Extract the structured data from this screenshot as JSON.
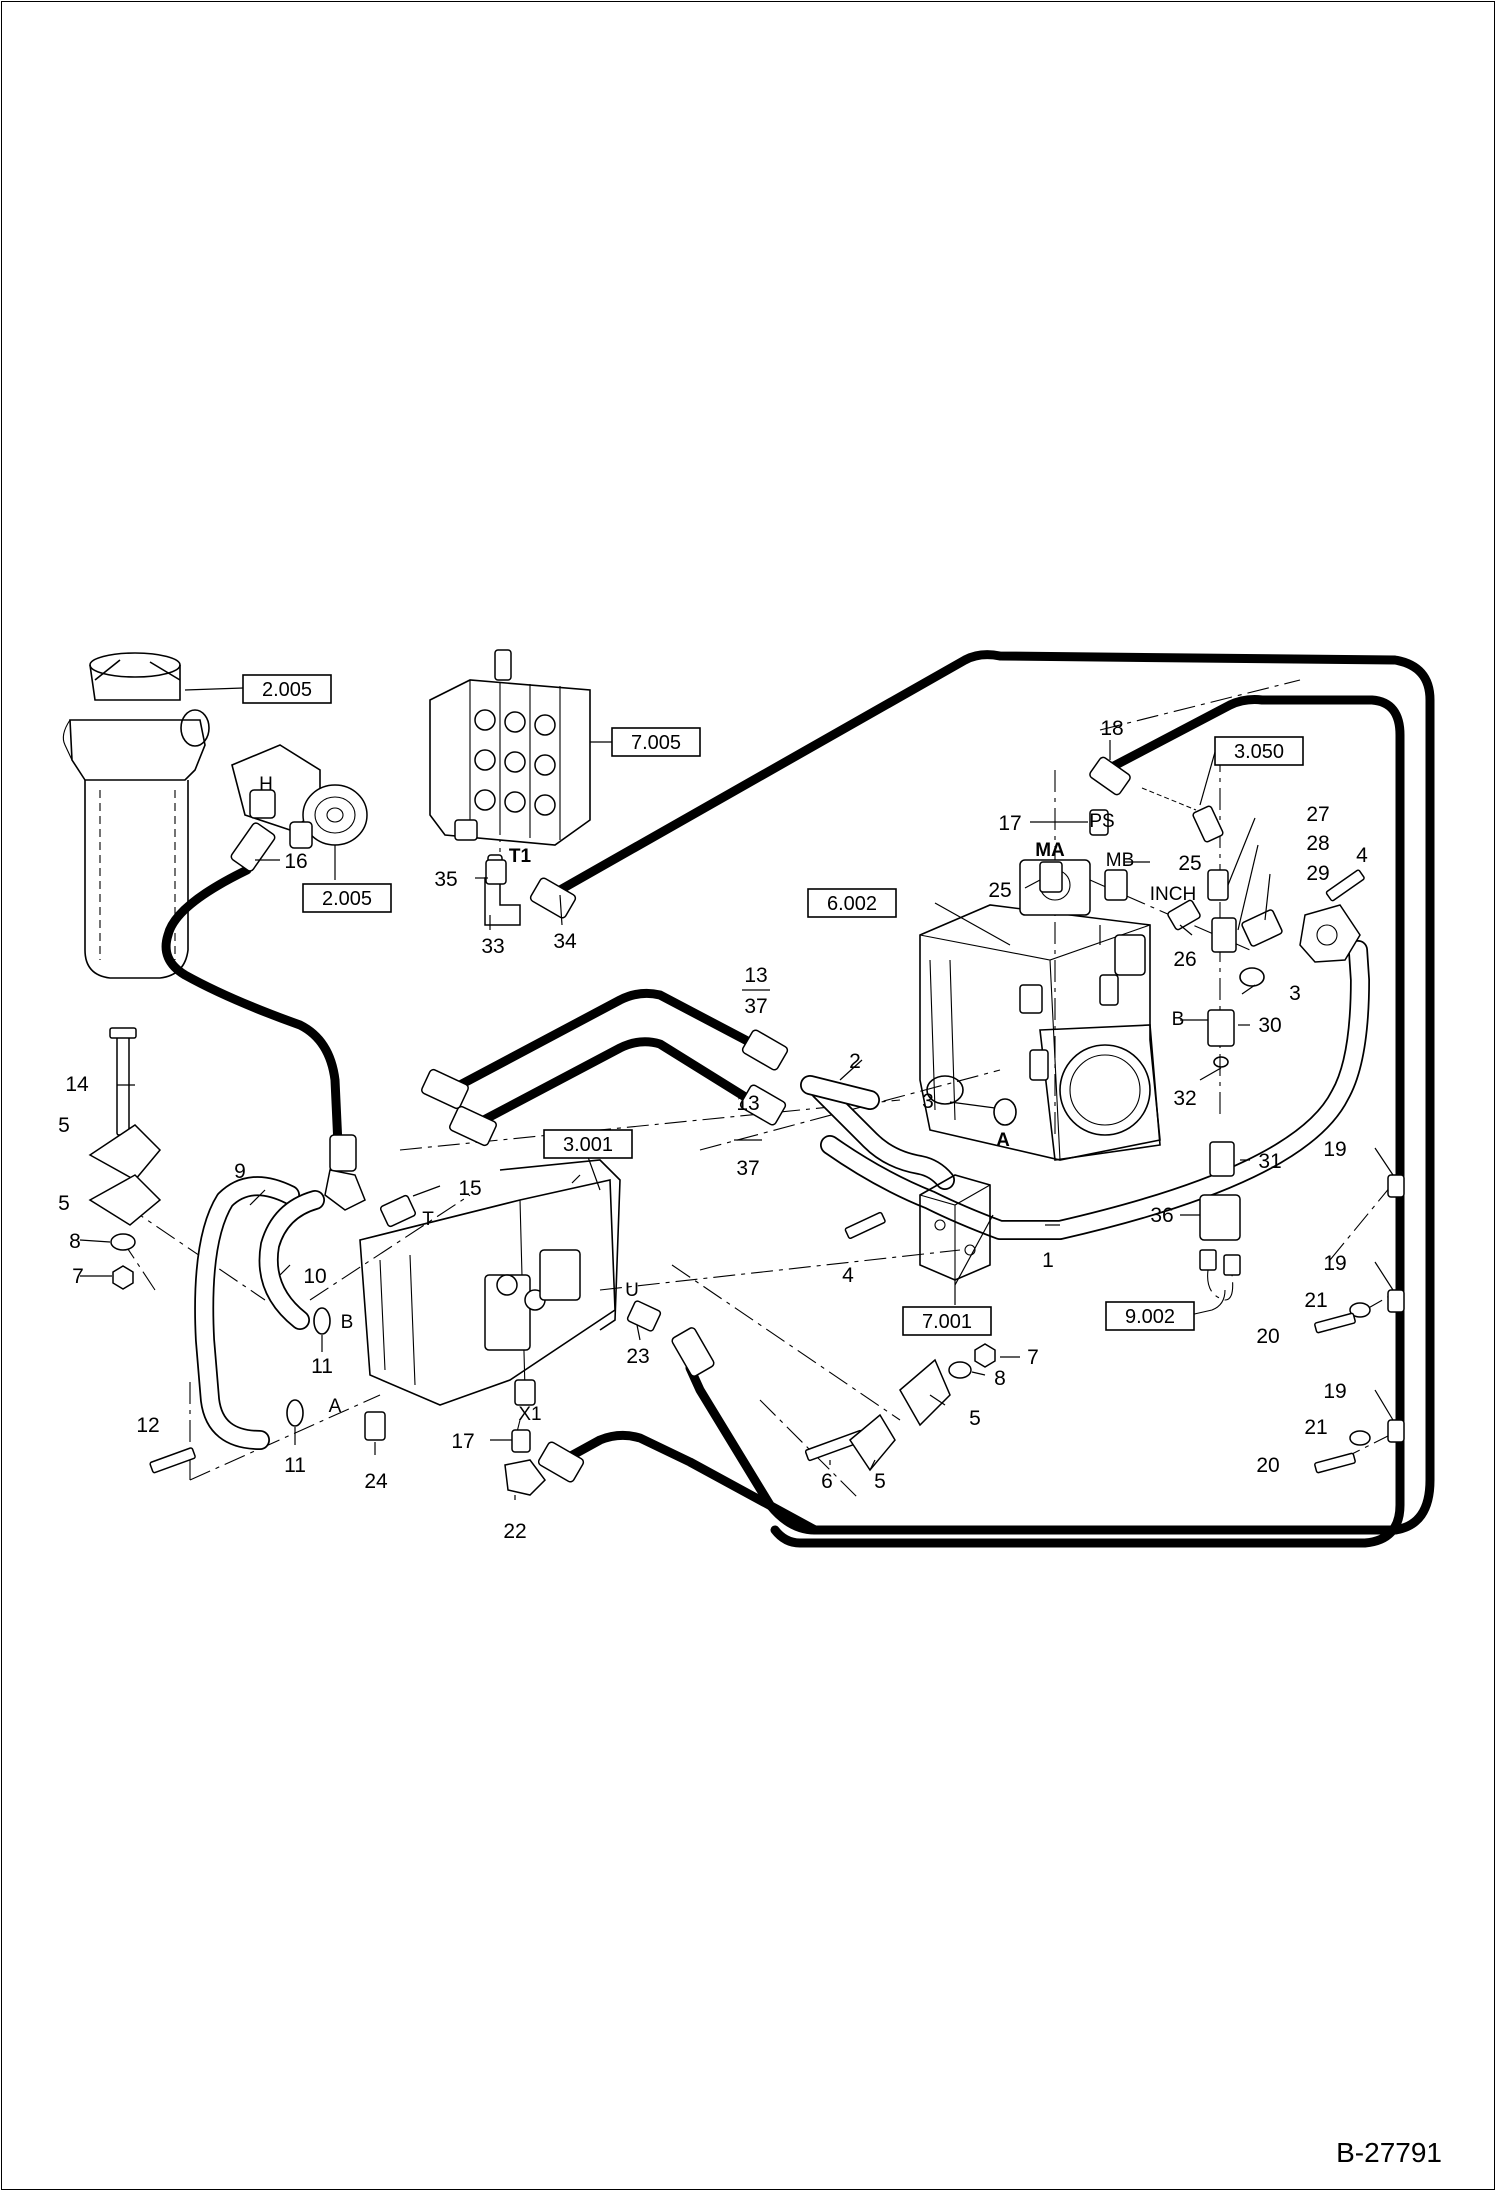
{
  "doc_id": "B-27791",
  "ref_boxes": {
    "filter_top": "2.005",
    "filter_valve": "2.005",
    "control_valve": "7.005",
    "sensor": "3.050",
    "pump": "6.002",
    "motor": "3.001",
    "block": "7.001",
    "harness": "9.002"
  },
  "callouts": {
    "c1": "1",
    "c2": "2",
    "c3a": "3",
    "c3b": "3",
    "c4a": "4",
    "c4b": "4",
    "c5a": "5",
    "c5b": "5",
    "c5c": "5",
    "c5d": "5",
    "c6": "6",
    "c7a": "7",
    "c7b": "7",
    "c8a": "8",
    "c8b": "8",
    "c9": "9",
    "c10": "10",
    "c11a": "11",
    "c11b": "11",
    "c12": "12",
    "c13a": "13",
    "c37a": "37",
    "c13b": "13",
    "c37b": "37",
    "c14": "14",
    "c15": "15",
    "c16": "16",
    "c17a": "17",
    "c17b": "17",
    "c18": "18",
    "c19a": "19",
    "c19b": "19",
    "c19c": "19",
    "c20a": "20",
    "c20b": "20",
    "c21a": "21",
    "c21b": "21",
    "c22": "22",
    "c23": "23",
    "c24": "24",
    "c25a": "25",
    "c25b": "25",
    "c26": "26",
    "c27": "27",
    "c28": "28",
    "c29": "29",
    "c30": "30",
    "c31": "31",
    "c32": "32",
    "c33": "33",
    "c34": "34",
    "c35": "35",
    "c36": "36"
  },
  "ports": {
    "h": "H",
    "t1": "T1",
    "ps": "PS",
    "ma": "MA",
    "mb": "MB",
    "inch": "INCH",
    "a_pump": "A",
    "b_pump": "B",
    "t": "T",
    "u": "U",
    "b_motor": "B",
    "a_motor": "A",
    "x1": "X1"
  }
}
